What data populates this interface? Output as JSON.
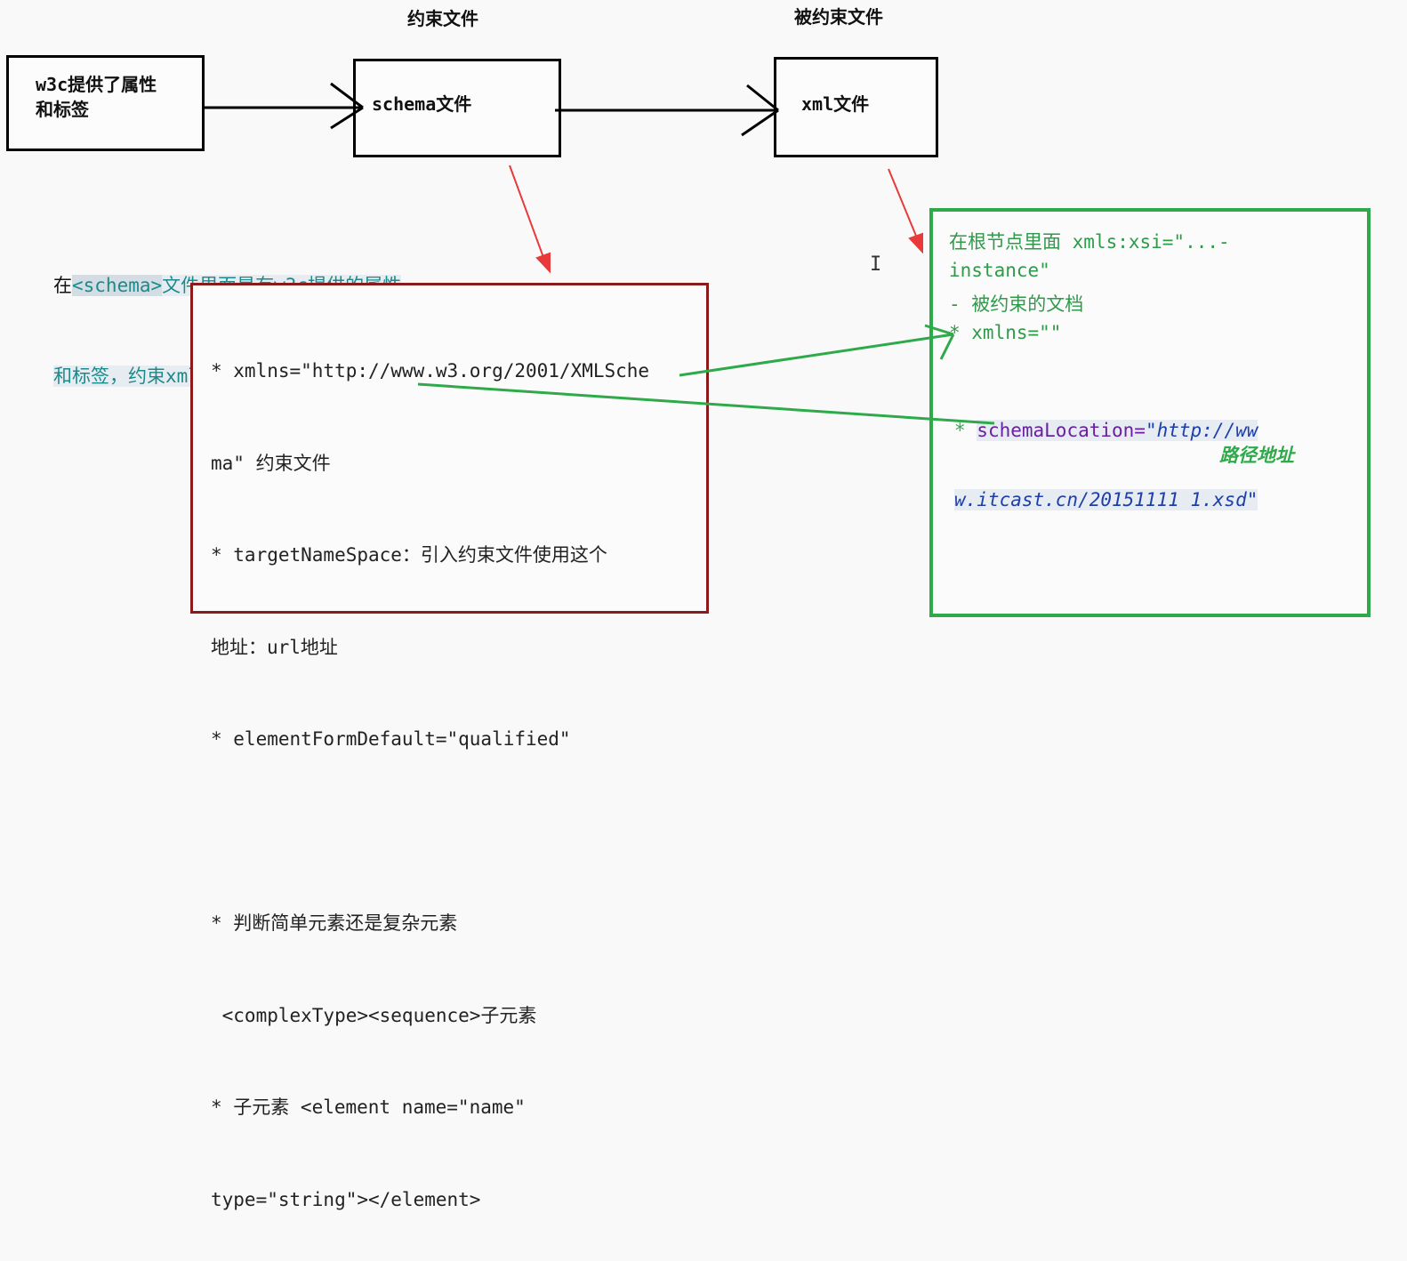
{
  "headers": {
    "constraint_file": "约束文件",
    "constrained_file": "被约束文件"
  },
  "boxes": {
    "w3c": [
      "w3c提供了属性",
      "和标签"
    ],
    "schema": "schema文件",
    "xml": "xml文件"
  },
  "note": {
    "prefix": "在",
    "tag": "<schema>",
    "line1_rest": "文件里面是有w3c提供的属性",
    "line2": "和标签，约束xml文件"
  },
  "red_box_lines": [
    "* xmlns=\"http://www.w3.org/2001/XMLSche",
    "ma\" 约束文件",
    "* targetNameSpace：引入约束文件使用这个",
    "地址：url地址",
    "* elementFormDefault=\"qualified\"",
    "",
    "* 判断简单元素还是复杂元素",
    " <complexType><sequence>子元素",
    "* 子元素 <element name=\"name\"",
    "type=\"string\"></element>"
  ],
  "green_box": {
    "lines": [
      "在根节点里面 xmls:xsi=\"...-",
      "instance\"",
      "- 被约束的文档",
      "* xmlns=\"\""
    ],
    "schema_location": {
      "star": "* ",
      "key": "schemaLocation=",
      "value_line1": "\"http://ww",
      "value_line2": "w.itcast.cn/20151111 1.xsd\""
    },
    "path_label": "路径地址"
  },
  "cursor_glyph": "I",
  "colors": {
    "red_border": "#8b1a1a",
    "red_arrow": "#e83a3a",
    "green": "#2eaa4a",
    "teal_text": "#1a8a8a",
    "purple": "#6a1fa0",
    "blue": "#1f3fa8"
  }
}
